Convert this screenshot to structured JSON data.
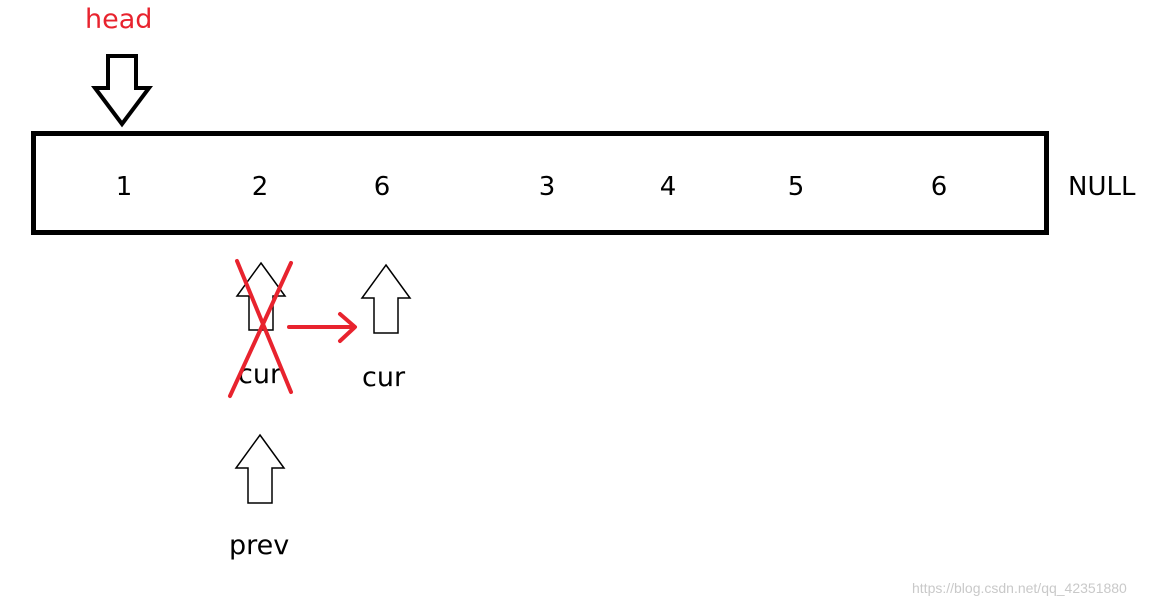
{
  "diagram": {
    "head_label": "head",
    "nodes": [
      "1",
      "2",
      "6",
      "3",
      "4",
      "5",
      "6"
    ],
    "null_label": "NULL",
    "cur_old_label": "cur",
    "cur_new_label": "cur",
    "prev_label": "prev",
    "watermark": "https://blog.csdn.net/qq_42351880"
  },
  "colors": {
    "outline": "#000000",
    "highlight": "#e8232e"
  }
}
